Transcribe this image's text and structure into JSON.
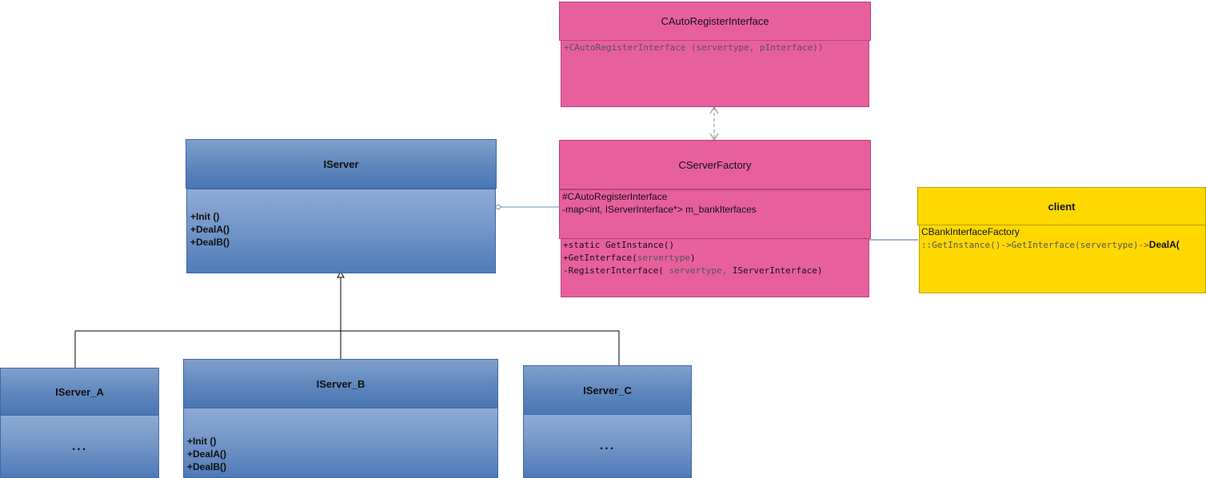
{
  "auto_register": {
    "name": "CAutoRegisterInterface",
    "method": "+CAutoRegisterInterface (servertype, pInterface))"
  },
  "factory": {
    "name": "CServerFactory",
    "attr1": "#CAutoRegisterInterface",
    "attr2": "-map<int, IServerInterface*> m_bankIterfaces",
    "op1": "+static GetInstance()",
    "op2_prefix": "+GetInterface(",
    "op2_param": "servertype",
    "op2_suffix": ")",
    "op3_prefix": "-RegisterInterface( ",
    "op3_param": "servertype,",
    "op3_suffix": " IServerInterface)"
  },
  "iserver": {
    "name": "IServer",
    "ops": [
      "+Init ()",
      "+DealA()",
      "+DealB()"
    ]
  },
  "iserver_a": {
    "name": "IServer_A",
    "body": "..."
  },
  "iserver_b": {
    "name": "IServer_B",
    "ops": [
      "+Init ()",
      "+DealA()",
      "+DealB()"
    ]
  },
  "iserver_c": {
    "name": "IServer_C",
    "body": "..."
  },
  "client": {
    "name": "client",
    "line1": "CBankInterfaceFactory",
    "line2_gray": "::GetInstance()->GetInterface(servertype)->",
    "line2_bold": "DealA("
  },
  "colors": {
    "pink": "#e85f9e",
    "blue": "#5f86bd",
    "yellow": "#ffd800"
  }
}
